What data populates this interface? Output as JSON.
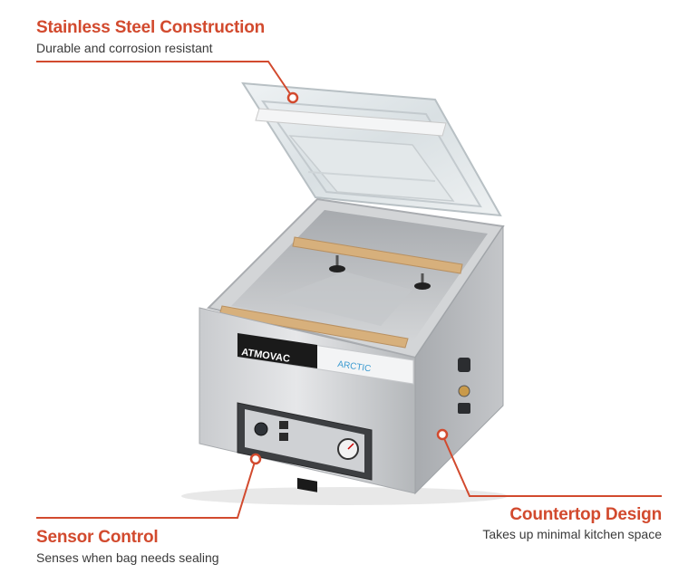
{
  "callouts": {
    "stainless": {
      "title": "Stainless Steel Construction",
      "subtitle": "Durable and corrosion resistant"
    },
    "sensor": {
      "title": "Sensor Control",
      "subtitle": "Senses when bag needs sealing"
    },
    "countertop": {
      "title": "Countertop Design",
      "subtitle": "Takes up minimal kitchen space"
    }
  },
  "product": {
    "brand": "ATMOVAC",
    "model": "ARCTIC"
  },
  "colors": {
    "accent": "#d24a2e",
    "steel": "#b9bcbf",
    "wood": "#d7b07c"
  },
  "icons": [
    "callout-dot-icon",
    "gauge-icon",
    "power-knob-icon"
  ]
}
